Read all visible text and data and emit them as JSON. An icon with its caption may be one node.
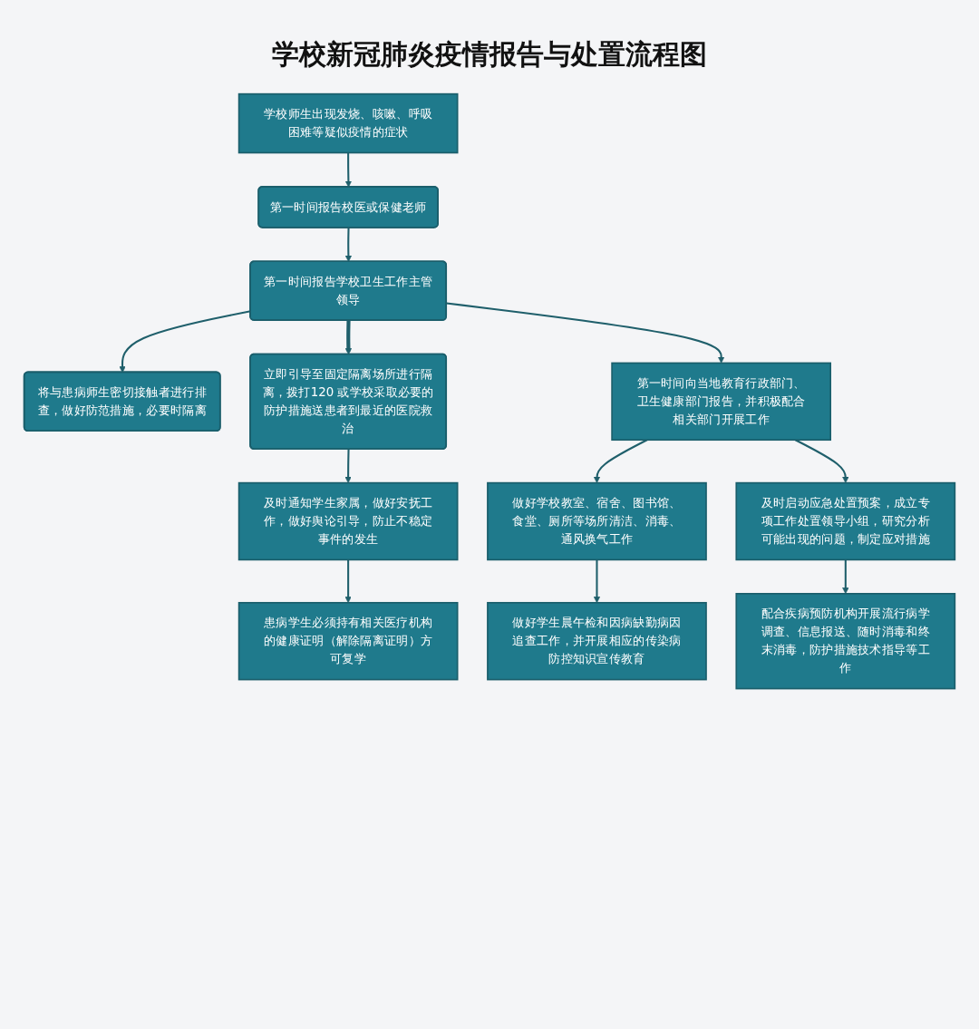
{
  "diagram": {
    "title": "学校新冠肺炎疫情报告与处置流程图",
    "nodes": [
      {
        "text": [
          "学校师生出现发烧、咳嗽、呼吸困难等疑似疫情的症状"
        ]
      },
      {
        "text": [
          "第一时间报告校医或保健老师"
        ]
      },
      {
        "text": [
          "第一时间报告学校卫生工作主管领导"
        ]
      },
      {
        "text": [
          "将与患病师生密切接触者进行排查，做好防范措施，必要时隔离"
        ]
      },
      {
        "text": [
          "立即引导至固定隔离场所进行隔离，拨打120 或学校采取必要的防护措施送患者到最近的医院救治"
        ]
      },
      {
        "text": [
          "第一时间向当地教育行政部门、卫生健康部门报告，并积极配合相关部门开展工作"
        ]
      },
      {
        "text": [
          "做好学校教室、宿舍、图书馆、食堂、厕所等场所清洁、消毒、通风换气工作"
        ]
      },
      {
        "text": [
          "及时通知学生家属，做好安抚工作，做好舆论引导，防止不稳定事件的发生"
        ]
      },
      {
        "text": [
          "及时启动应急处置预案，成立专项工作处置领导小组，研究分析可能出现的问题，制定应对措施"
        ]
      },
      {
        "text": [
          "做好学生晨午检和因病缺勤病因追查工作，并开展相应的传染病防控知识宣传教育"
        ]
      },
      {
        "text": [
          "患病学生必须持有相关医疗机构的健康证明（解除隔离证明）方可复学"
        ]
      },
      {
        "text": [
          "配合疾病预防机构开展流行病学调查、信息报送、随时消毒和终末消毒，防护措施技术指导等工作"
        ]
      }
    ],
    "edges": [
      {
        "from": 0,
        "to": 1,
        "arrow": "to"
      },
      {
        "from": 1,
        "to": 2,
        "arrow": "to"
      },
      {
        "from": 2,
        "to": 3,
        "arrow": "to"
      },
      {
        "from": 2,
        "to": 4,
        "arrow": "to",
        "style": "thick"
      },
      {
        "from": 2,
        "to": 5,
        "arrow": "to"
      },
      {
        "from": 5,
        "to": 6,
        "arrow": "to"
      },
      {
        "from": 4,
        "to": 7,
        "arrow": "to"
      },
      {
        "from": 5,
        "to": 8,
        "arrow": "to"
      },
      {
        "from": 6,
        "to": 9,
        "arrow": "to"
      },
      {
        "from": 7,
        "to": 10,
        "arrow": "to"
      },
      {
        "from": 8,
        "to": 11,
        "arrow": "to"
      }
    ]
  }
}
